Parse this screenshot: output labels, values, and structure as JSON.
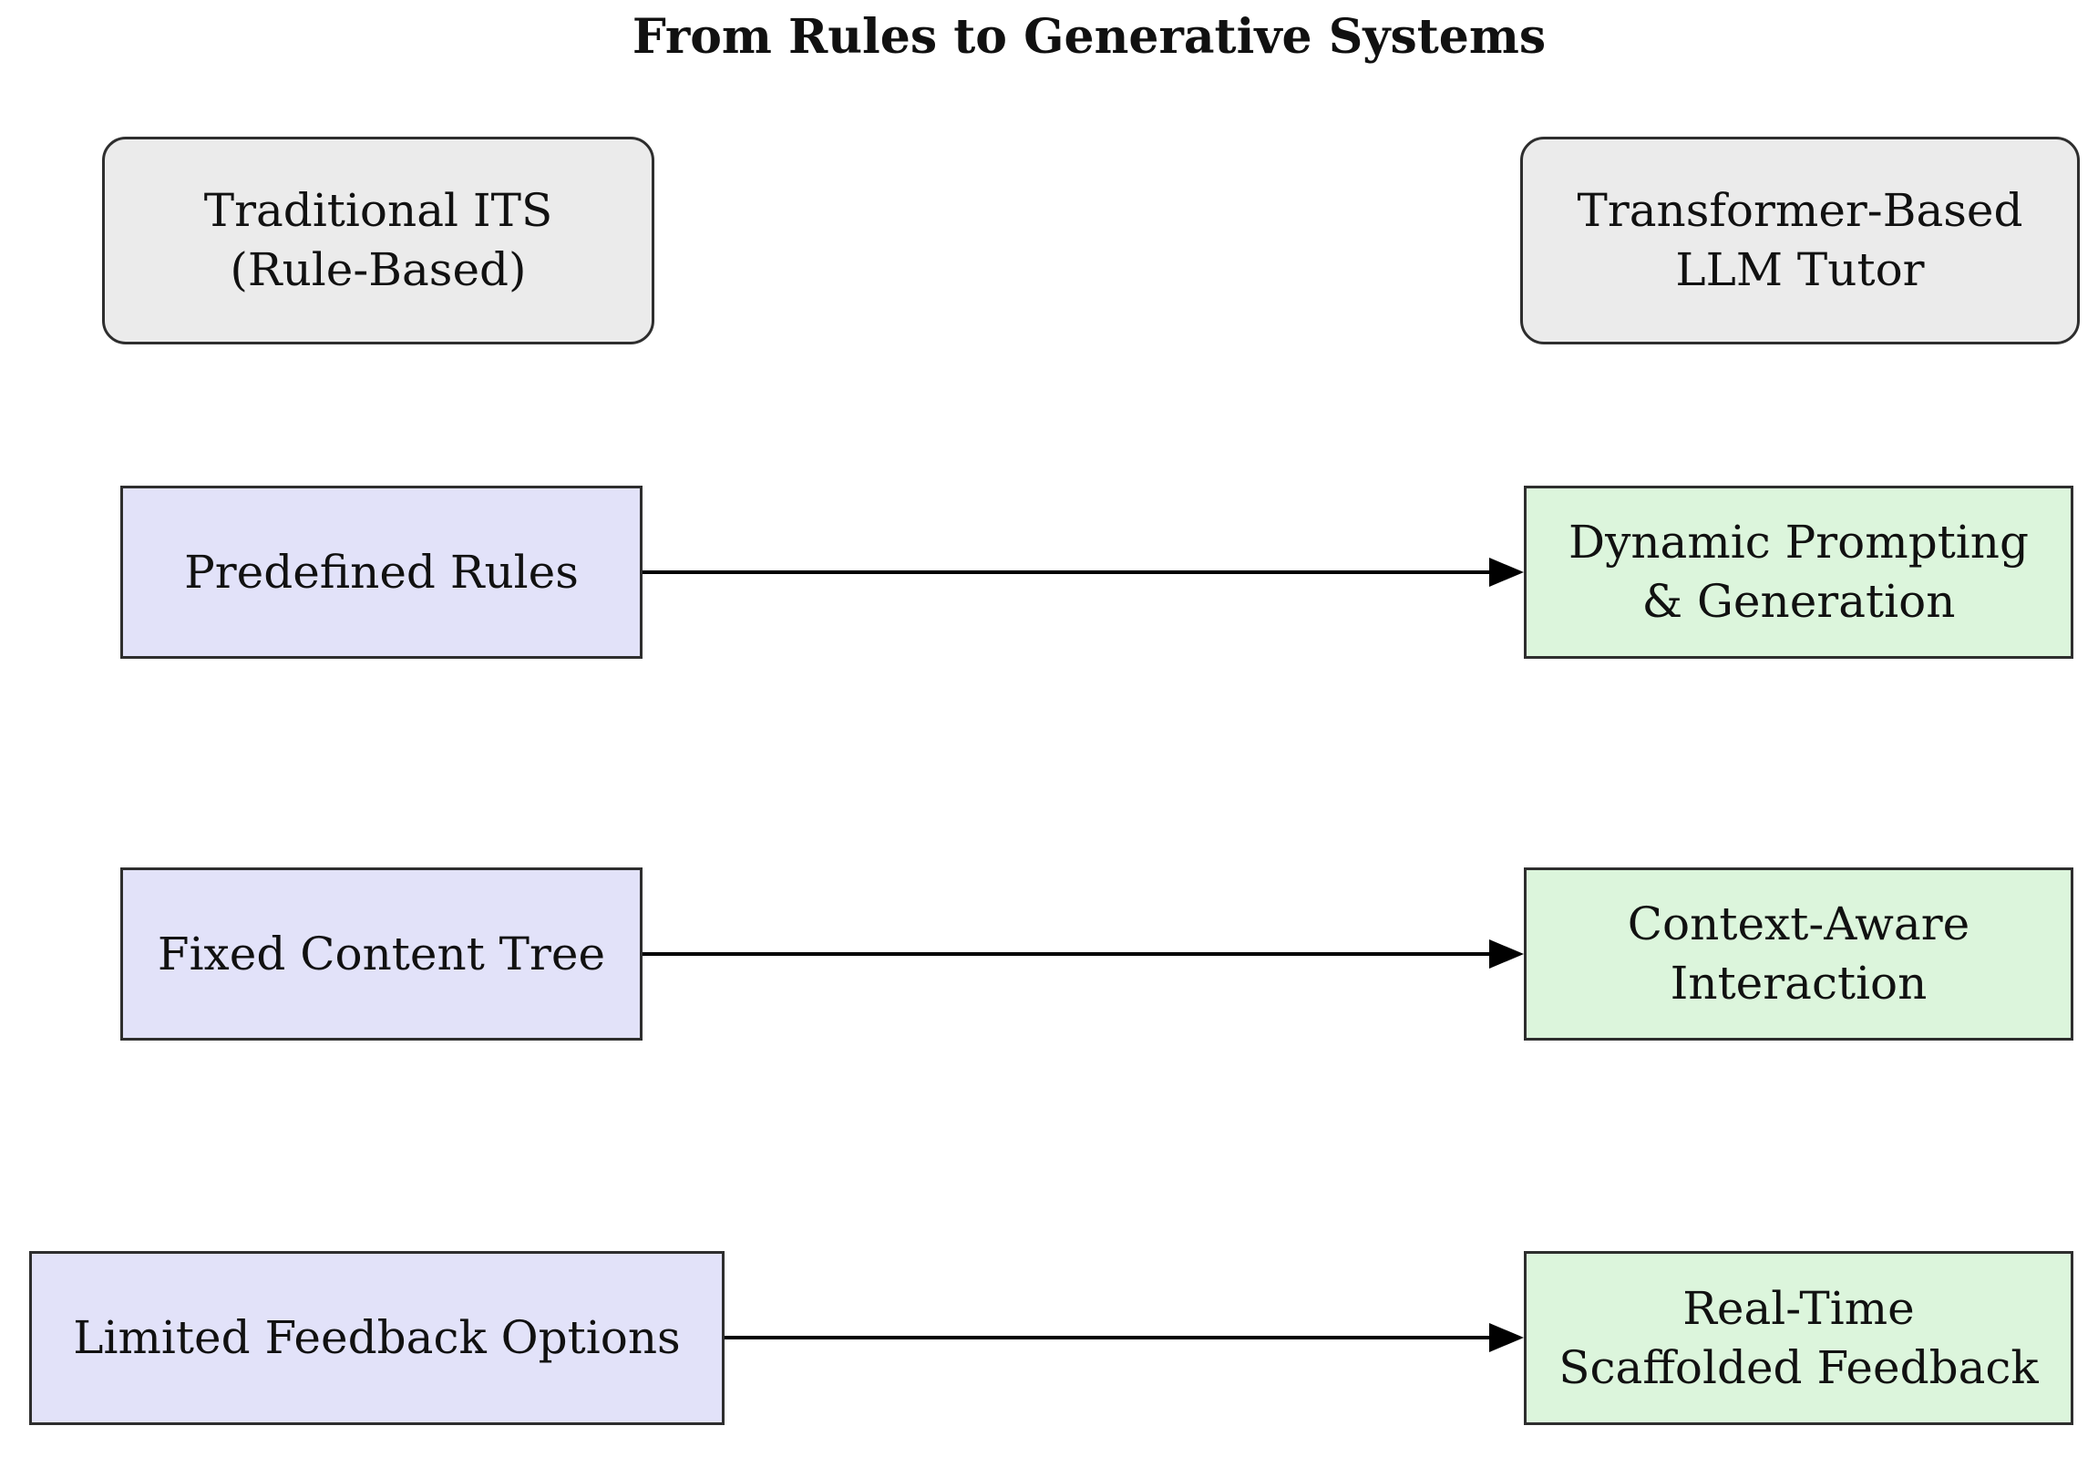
{
  "title": "From Rules to Generative Systems",
  "colors": {
    "header_fill": "#ebebeb",
    "traditional_fill": "#e2e2f9",
    "llm_fill": "#dcf5dc",
    "border": "#2e2e2e",
    "arrow": "#000000"
  },
  "headers": {
    "left": {
      "line1": "Traditional ITS",
      "line2": "(Rule-Based)"
    },
    "right": {
      "line1": "Transformer-Based",
      "line2": "LLM Tutor"
    }
  },
  "rows": [
    {
      "left": "Predefined Rules",
      "right": {
        "line1": "Dynamic Prompting",
        "line2": "& Generation"
      }
    },
    {
      "left": "Fixed Content Tree",
      "right": {
        "line1": "Context-Aware",
        "line2": "Interaction"
      }
    },
    {
      "left": "Limited Feedback Options",
      "right": {
        "line1": "Real-Time",
        "line2": "Scaffolded Feedback"
      }
    }
  ]
}
